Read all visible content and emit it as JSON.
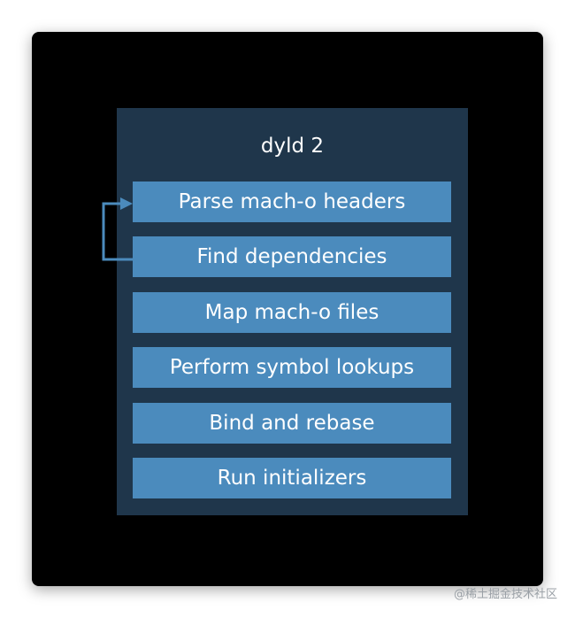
{
  "diagram": {
    "title": "dyld 2",
    "steps": [
      "Parse mach-o headers",
      "Find dependencies",
      "Map mach-o files",
      "Perform symbol lookups",
      "Bind and rebase",
      "Run initializers"
    ],
    "loop": {
      "from_step": 1,
      "to_step": 0,
      "color": "#4b8bbd"
    },
    "colors": {
      "background": "#000000",
      "panel": "#1f364b",
      "step": "#4b8bbd",
      "text": "#ffffff"
    }
  },
  "watermark": "@稀土掘金技术社区"
}
